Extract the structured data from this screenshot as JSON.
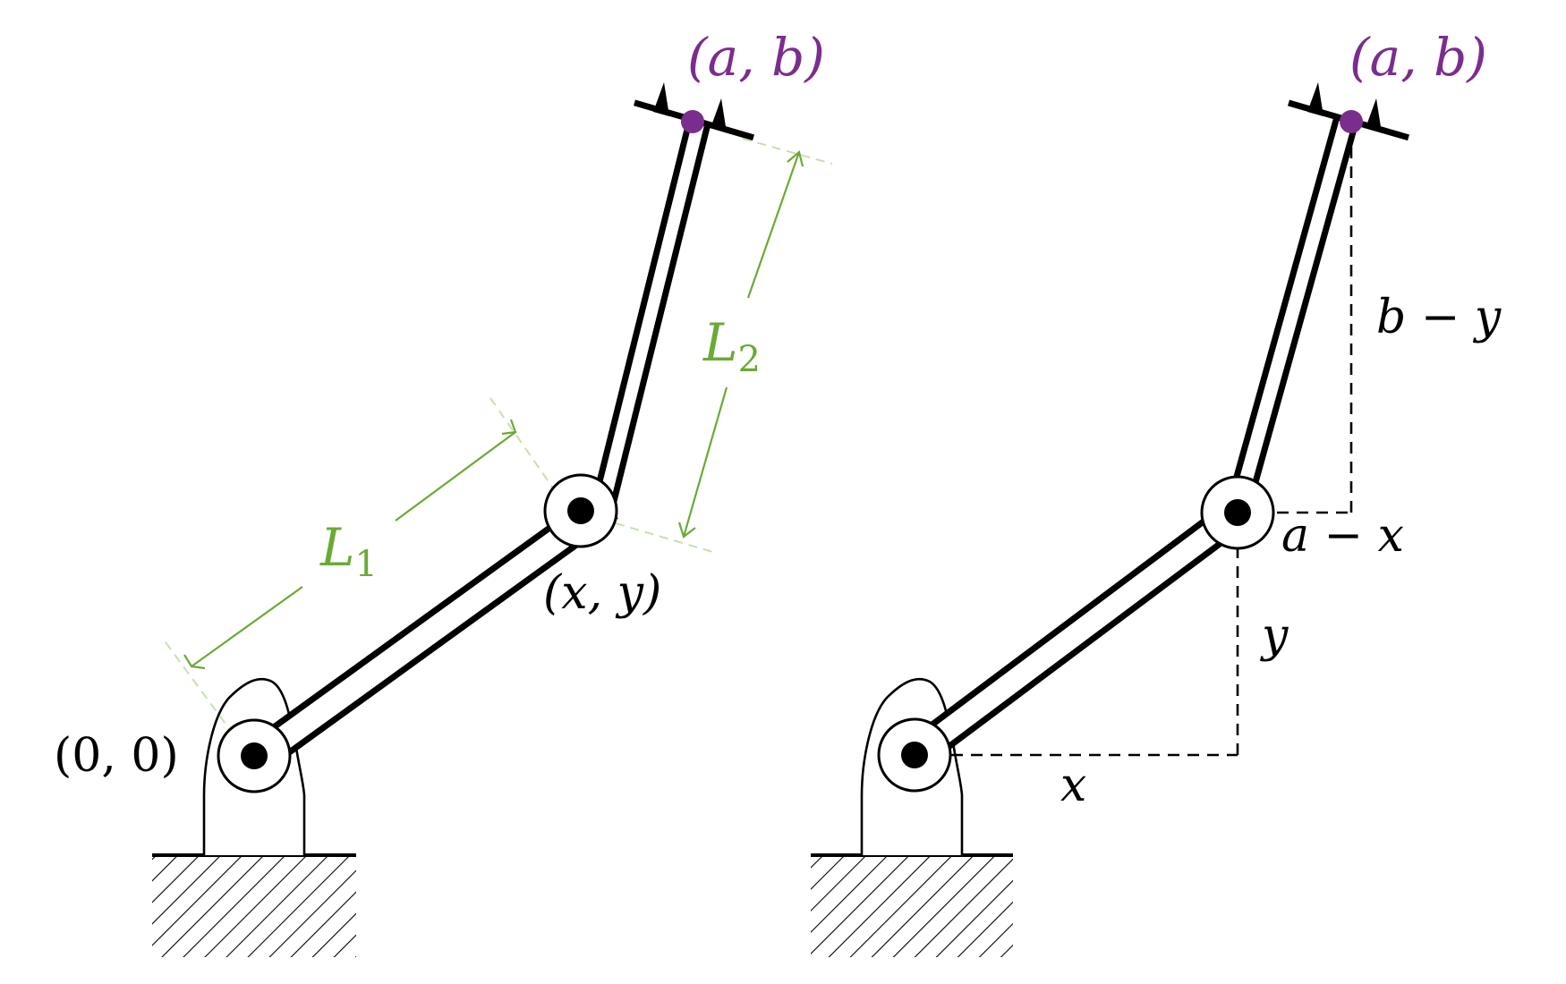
{
  "colors": {
    "ink": "#000000",
    "dimension": "#6aaa35",
    "dimension_guide": "#c6e0ad",
    "target": "#7b2d8e"
  },
  "left_panel": {
    "origin_label": "(0, 0)",
    "elbow_label": "(x, y)",
    "target_label": "(a, b)",
    "link1_dimension": {
      "symbol": "L",
      "subscript": "1"
    },
    "link2_dimension": {
      "symbol": "L",
      "subscript": "2"
    }
  },
  "right_panel": {
    "target_label": "(a, b)",
    "x_label": "x",
    "y_label": "y",
    "a_minus_x_label": "a − x",
    "b_minus_y_label": "b − y"
  }
}
